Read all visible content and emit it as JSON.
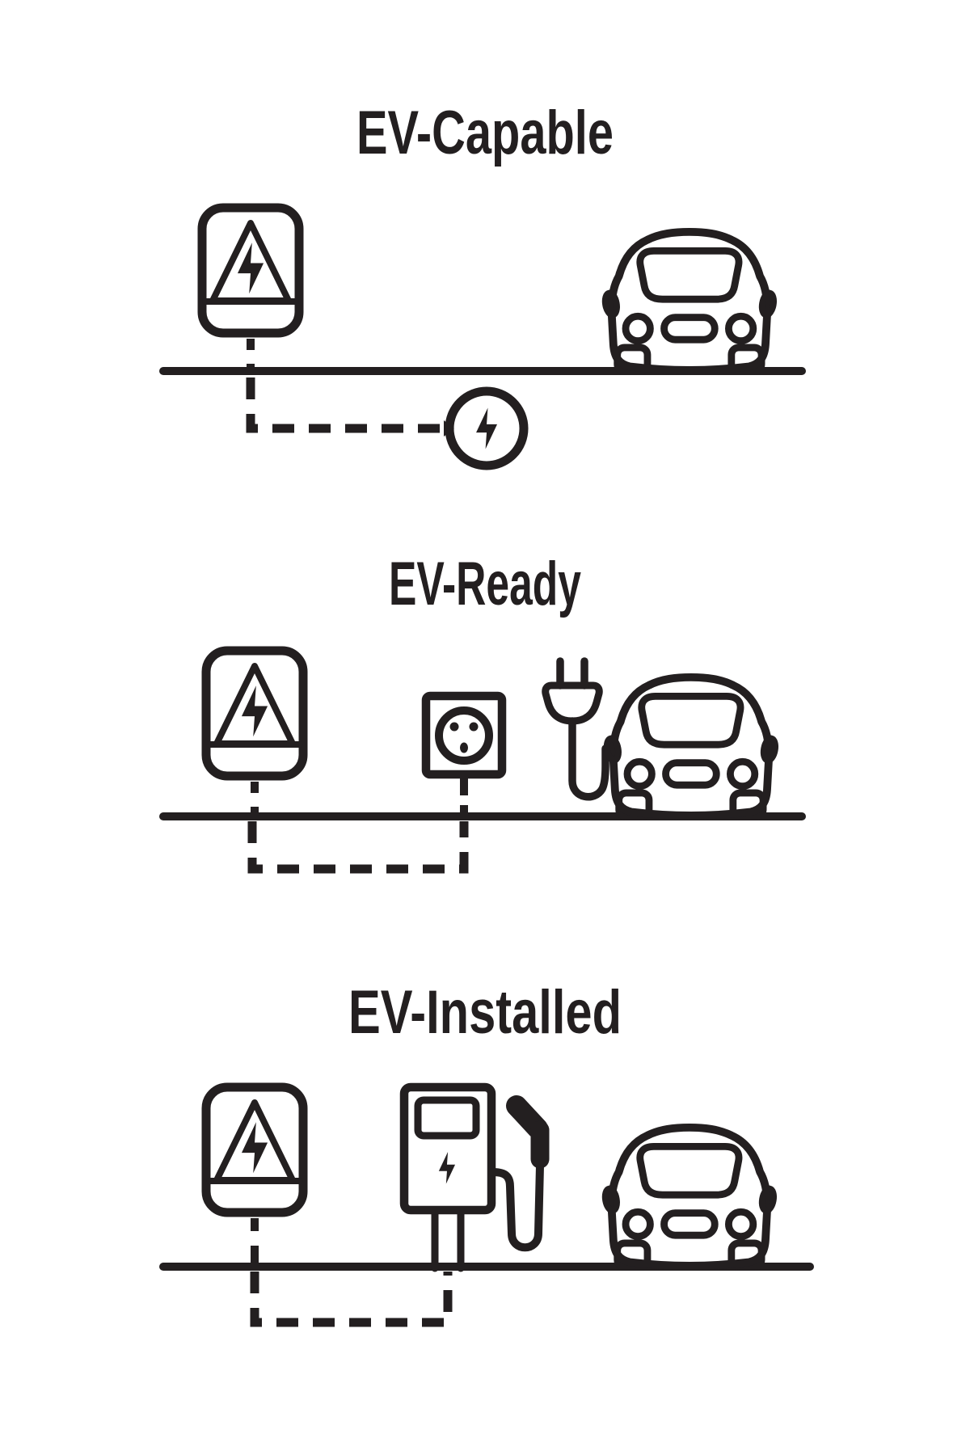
{
  "page": {
    "background_color": "#ffffff",
    "line_color": "#231f20",
    "description": "Three-part line diagram comparing EV charging infrastructure readiness levels"
  },
  "sections": [
    {
      "id": "ev-capable",
      "title": "EV-Capable",
      "icons": [
        "electrical-panel-icon",
        "ground-line",
        "underground-conduit-dashed",
        "electrical-capacity-circle-bolt-icon",
        "car-icon"
      ]
    },
    {
      "id": "ev-ready",
      "title": "EV-Ready",
      "icons": [
        "electrical-panel-icon",
        "ground-line",
        "underground-conduit-dashed",
        "outlet-icon",
        "plug-icon",
        "charging-cord",
        "car-icon"
      ]
    },
    {
      "id": "ev-installed",
      "title": "EV-Installed",
      "icons": [
        "electrical-panel-icon",
        "ground-line",
        "underground-conduit-dashed",
        "ev-charger-icon",
        "charger-handle-icon",
        "car-icon"
      ]
    }
  ]
}
